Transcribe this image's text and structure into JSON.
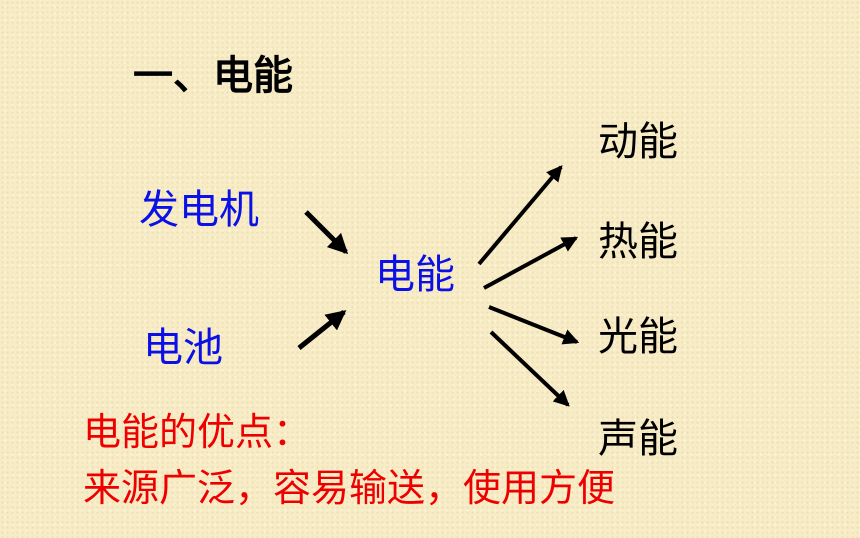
{
  "title": "一、电能",
  "sources": [
    "发电机",
    "电池"
  ],
  "center": "电能",
  "outputs": [
    "动能",
    "热能",
    "光能",
    "声能"
  ],
  "advantage_heading": "电能的优点：",
  "advantage_text": "来源广泛，容易输送，使用方便",
  "colors": {
    "source_text": "#0b10e6",
    "advantage_text": "#ee0000",
    "arrow": "#000000"
  }
}
